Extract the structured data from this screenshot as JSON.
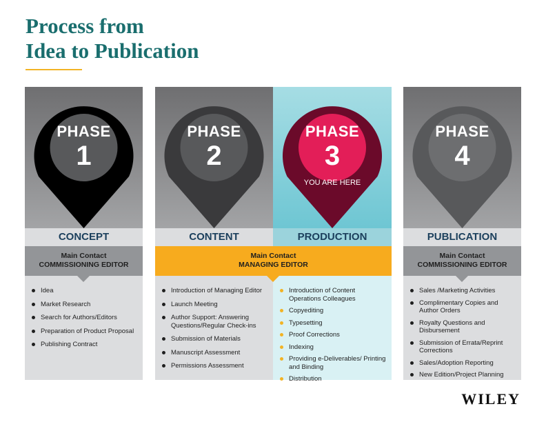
{
  "title": {
    "line1": "Process from",
    "line2": "Idea to Publication"
  },
  "logo": "WILEY",
  "phases": [
    {
      "word": "PHASE",
      "number": "1",
      "name": "CONCEPT",
      "pin_color": "#000000"
    },
    {
      "word": "PHASE",
      "number": "2",
      "name": "CONTENT",
      "pin_color": "#3a3a3c"
    },
    {
      "word": "PHASE",
      "number": "3",
      "name": "PRODUCTION",
      "pin_color": "#6b0a2a",
      "center_color": "#e31e58",
      "note": "YOU ARE HERE"
    },
    {
      "word": "PHASE",
      "number": "4",
      "name": "PUBLICATION",
      "pin_color": "#58595b"
    }
  ],
  "contacts": {
    "concept": {
      "line1": "Main Contact",
      "line2": "COMMISSIONING EDITOR"
    },
    "middle": {
      "line1": "Main Contact",
      "line2": "MANAGING EDITOR"
    },
    "publication": {
      "line1": "Main Contact",
      "line2": "COMMISSIONING EDITOR"
    }
  },
  "lists": {
    "concept": [
      "Idea",
      "Market Research",
      "Search for Authors/Editors",
      "Preparation of Product Proposal",
      "Publishing Contract"
    ],
    "content": [
      "Introduction of Managing Editor",
      "Launch Meeting",
      "Author Support: Answering Questions/Regular Check-ins",
      "Submission of Materials",
      "Manuscript Assessment",
      "Permissions Assessment"
    ],
    "production": [
      "Introduction of Content Operations Colleagues",
      "Copyediting",
      "Typesetting",
      "Proof Corrections",
      "Indexing",
      "Providing e-Deliverables/ Printing and Binding",
      "Distribution"
    ],
    "publication": [
      "Sales /Marketing Activities",
      "Complimentary Copies and Author Orders",
      "Royalty Questions and Disbursement",
      "Submission of Errata/Reprint Corrections",
      "Sales/Adoption Reporting",
      "New Edition/Project Planning"
    ]
  },
  "colors": {
    "title": "#1a6e6e",
    "accent_gold": "#f2b324",
    "phase_label": "#1b3f5c",
    "production_bg": "#d9f1f4",
    "production_teal": "#9bd3dc"
  }
}
